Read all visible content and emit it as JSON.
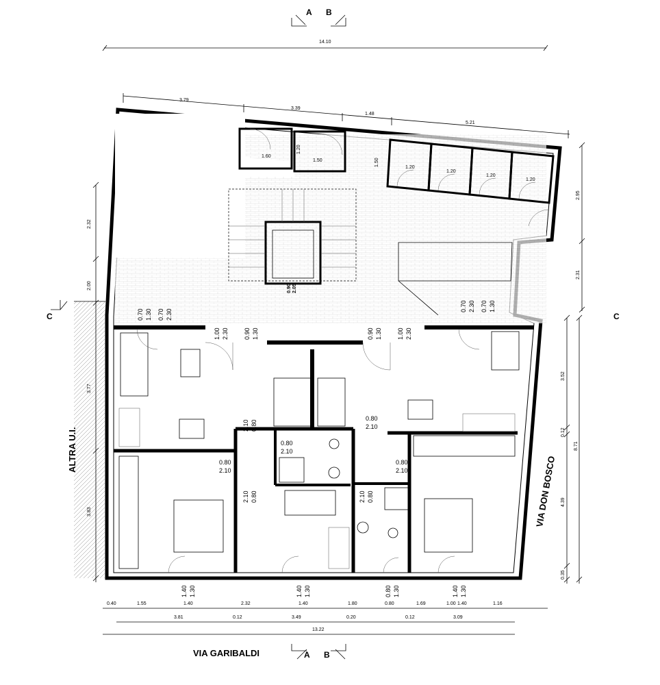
{
  "section_marks": {
    "a": "A",
    "b": "B",
    "c": "C"
  },
  "labels": {
    "street_south": "VIA GARIBALDI",
    "street_east": "VIA DON BOSCO",
    "neighbor": "ALTRA U.I."
  },
  "dims": {
    "overall_top": "14.10",
    "top_1": "3.79",
    "top_2": "3.39",
    "top_3": "1.48",
    "top_4": "5.21",
    "left_1": "2.32",
    "left_2": "2.00",
    "left_3": "3.77",
    "left_4": "3.83",
    "right_1": "2.95",
    "right_2": "2.31",
    "right_3": "3.52",
    "right_4": "0.12",
    "right_5": "4.39",
    "right_6": "0.35",
    "right_total": "8.71",
    "b1": [
      "0.40",
      "1.55",
      "1.40",
      "2.32",
      "1.40",
      "1.80",
      "0.80",
      "1.69",
      "1.00",
      "1.40",
      "1.16"
    ],
    "b2": [
      "3.81",
      "0.12",
      "3.49",
      "0.20",
      "0.12",
      "3.09"
    ],
    "overall_bottom": "13.22"
  },
  "storage": {
    "s1": "1.60",
    "s2": "1.50",
    "s2h": "1.20",
    "s3h": "1.50",
    "cellars": [
      "1.20",
      "1.20",
      "1.20",
      "1.20"
    ]
  },
  "lift": {
    "w": "0.90",
    "h": "2.05"
  },
  "openings": {
    "left_window_1": [
      "0.70",
      "1.30"
    ],
    "left_window_2": [
      "0.70",
      "2.30"
    ],
    "left_entry_1": [
      "1.00",
      "2.30"
    ],
    "left_entry_2": [
      "0.90",
      "1.30"
    ],
    "right_entry_1": [
      "0.90",
      "1.30"
    ],
    "right_entry_2": [
      "1.00",
      "2.30"
    ],
    "right_window_1": [
      "0.70",
      "2.30"
    ],
    "right_window_2": [
      "0.70",
      "1.30"
    ],
    "door_a": [
      "0.80",
      "2.10"
    ],
    "door_b": [
      "0.80",
      "2.10"
    ],
    "door_c": [
      "0.80",
      "2.10"
    ],
    "door_d": [
      "0.80",
      "2.10"
    ],
    "door_e": [
      "0.80",
      "2.10"
    ],
    "door_f": [
      "0.80",
      "2.10"
    ],
    "door_g": [
      "0.80",
      "2.10"
    ],
    "south_1": [
      "1.40",
      "1.30"
    ],
    "south_2": [
      "1.40",
      "1.30"
    ],
    "south_3": [
      "0.80",
      "1.30"
    ],
    "south_4": [
      "1.40",
      "1.30"
    ]
  }
}
